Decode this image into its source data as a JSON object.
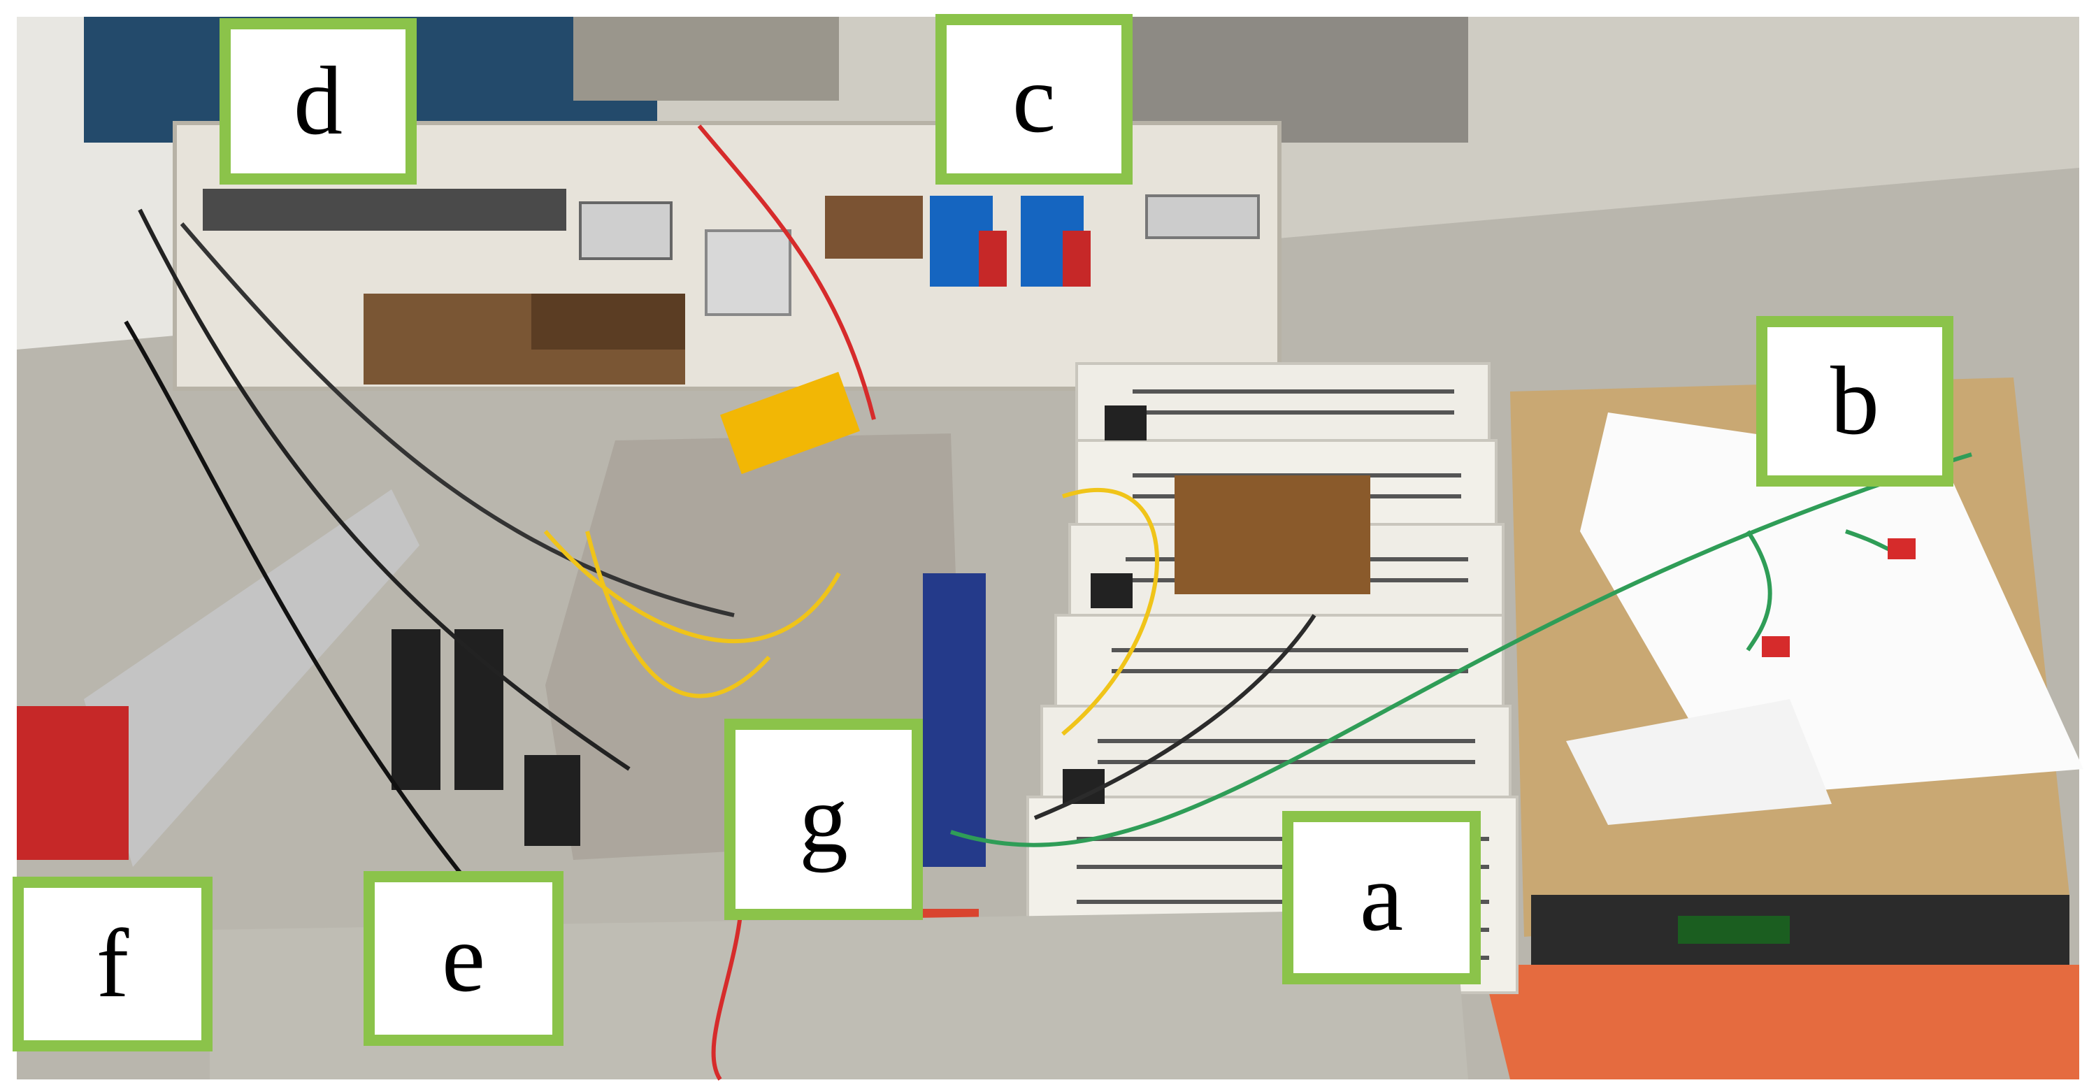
{
  "labels": {
    "a": "a",
    "b": "b",
    "c": "c",
    "d": "d",
    "e": "e",
    "f": "f",
    "g": "g"
  },
  "colors": {
    "label_border": "#8bc34a",
    "floor": "#b5b2a8",
    "wall": "#e6e4dc",
    "heat_sink": "#f1efe8",
    "power_supply_top": "#c7a56e",
    "cart_orange": "#e5683c",
    "wire_yellow": "#f0c419",
    "wire_green": "#2f9d57",
    "wire_red": "#d62b2b"
  }
}
